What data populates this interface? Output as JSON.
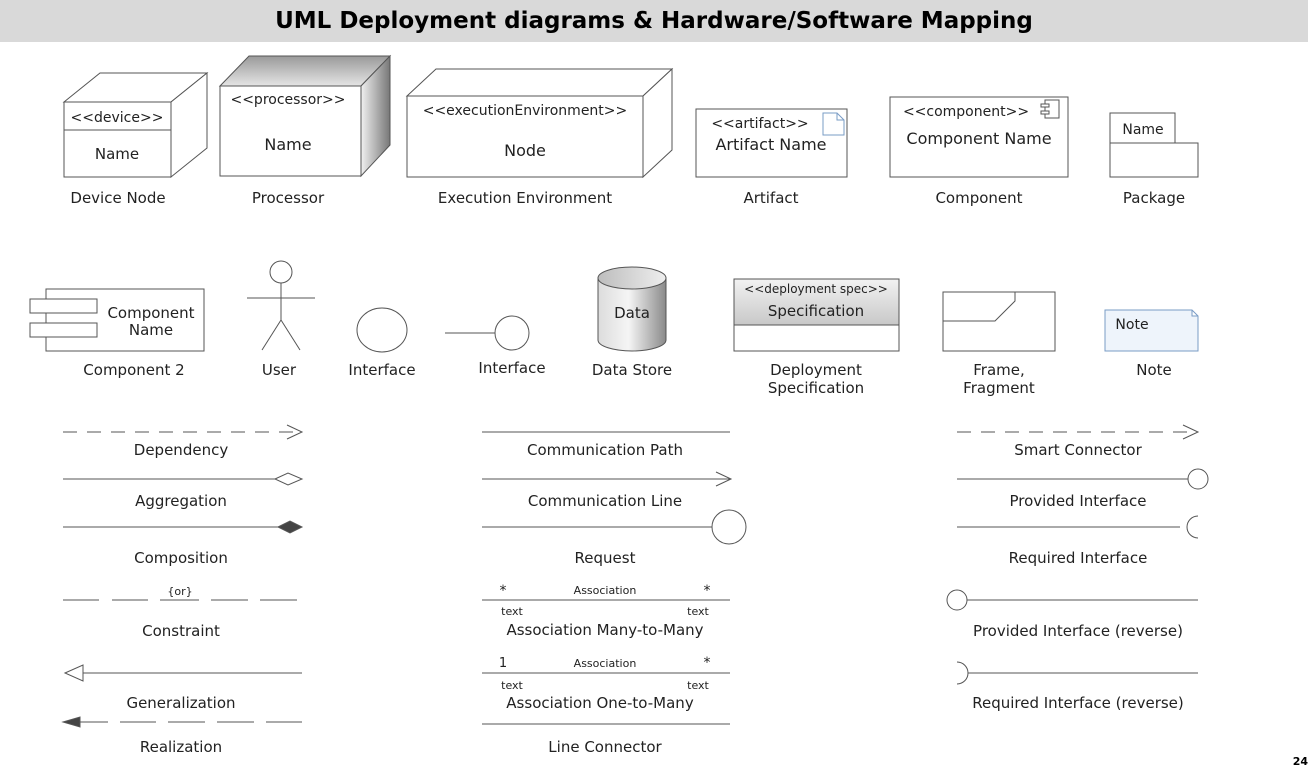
{
  "title": "UML Deployment diagrams & Hardware/Software Mapping",
  "page_number": "24",
  "row1": {
    "device": {
      "stereotype": "<<device>>",
      "name": "Name",
      "label": "Device Node"
    },
    "processor": {
      "stereotype": "<<processor>>",
      "name": "Name",
      "label": "Processor"
    },
    "exec_env": {
      "stereotype": "<<executionEnvironment>>",
      "name": "Node",
      "label": "Execution Environment"
    },
    "artifact": {
      "stereotype": "<<artifact>>",
      "name": "Artifact Name",
      "label": "Artifact"
    },
    "component": {
      "stereotype": "<<component>>",
      "name": "Component Name",
      "label": "Component"
    },
    "package": {
      "name": "Name",
      "label": "Package"
    }
  },
  "row2": {
    "component2": {
      "name_line1": "Component",
      "name_line2": "Name",
      "label": "Component 2"
    },
    "user": {
      "label": "User"
    },
    "interface": {
      "label": "Interface"
    },
    "interface_lollipop": {
      "label": "Interface"
    },
    "data_store": {
      "name": "Data",
      "label": "Data Store"
    },
    "deployment_spec": {
      "stereotype": "<<deployment spec>>",
      "name": "Specification",
      "label_line1": "Deployment",
      "label_line2": "Specification"
    },
    "frame": {
      "label_line1": "Frame,",
      "label_line2": "Fragment"
    },
    "note": {
      "name": "Note",
      "label": "Note"
    }
  },
  "connectors_left": {
    "dependency": "Dependency",
    "aggregation": "Aggregation",
    "composition": "Composition",
    "constraint": "Constraint",
    "constraint_text": "{or}",
    "generalization": "Generalization",
    "realization": "Realization"
  },
  "connectors_middle": {
    "communication_path": "Communication Path",
    "communication_line": "Communication Line",
    "request": "Request",
    "assoc_many_many": "Association Many-to-Many",
    "assoc_one_many": "Association One-to-Many",
    "line_connector": "Line Connector",
    "association_text": "Association",
    "star": "*",
    "one": "1",
    "text": "text"
  },
  "connectors_right": {
    "smart_connector": "Smart Connector",
    "provided_interface": "Provided Interface",
    "required_interface": "Required Interface",
    "provided_interface_reverse": "Provided Interface (reverse)",
    "required_interface_reverse": "Required Interface (reverse)"
  },
  "colors": {
    "stroke": "#555555",
    "title_bg": "#d9d9d9",
    "note_fill": "#eef4fb",
    "note_stroke": "#7a9cc6",
    "artifact_icon": "#7a9cc6"
  }
}
